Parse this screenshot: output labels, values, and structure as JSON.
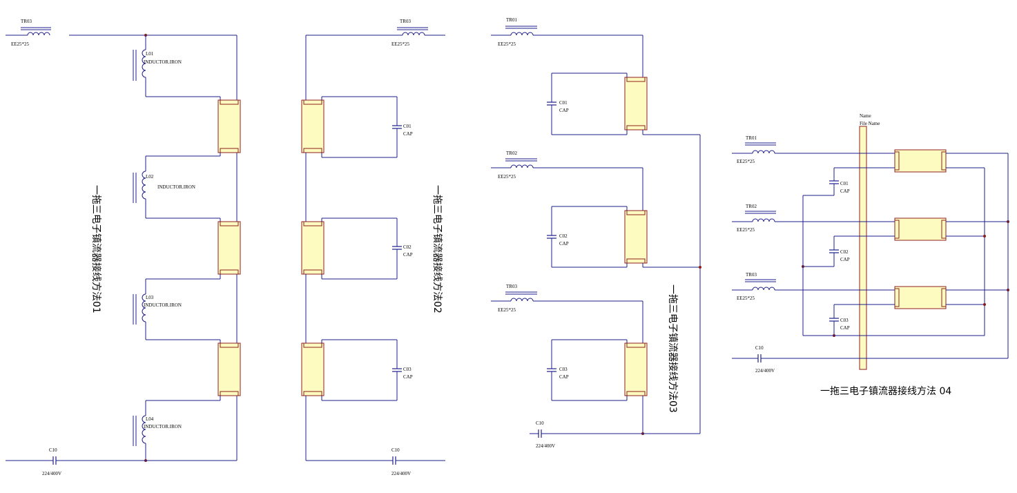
{
  "labels": {
    "tr01": "TR01",
    "tr02": "TR02",
    "tr03": "TR03",
    "ee": "EE25*25",
    "l01": "L01",
    "l02": "L02",
    "l03": "L03",
    "l04": "L04",
    "inductor": "INDUCTOR.IRON",
    "c01": "C01",
    "c02": "C02",
    "c03": "C03",
    "c10": "C10",
    "cap": "CAP",
    "c10_value": "224/400V",
    "name": "Name",
    "file_name": "File Name"
  },
  "titles": {
    "method01": "一拖三电子镇流器接线方法01",
    "method02": "一拖三电子镇流器接线方法02",
    "method03": "一拖三电子镇流器接线方法03",
    "method04": "一拖三电子镇流器接线方法 04"
  },
  "colors": {
    "wire": "#1c1c8c",
    "tube_fill": "#fefbc0",
    "tube_border": "#8c1c1c",
    "junction": "#8c1c1c"
  }
}
